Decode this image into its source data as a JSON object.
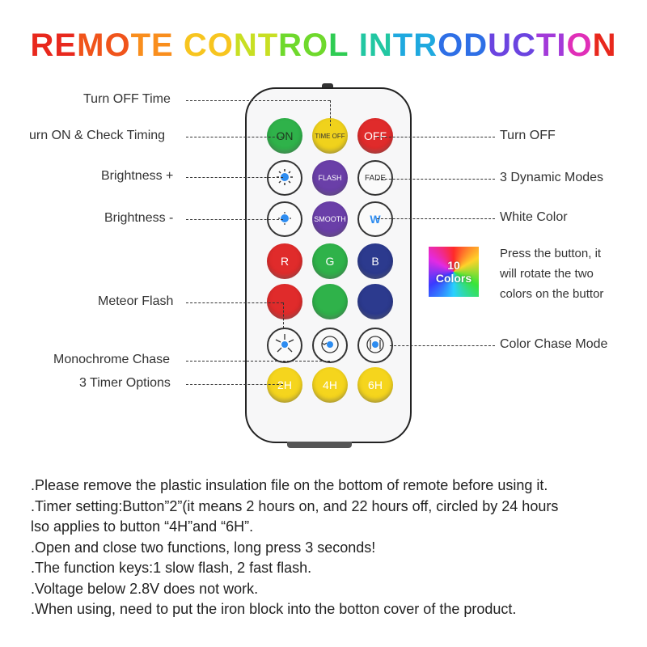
{
  "title": {
    "text": "REMOTE CONTROL INTRODUCTION",
    "colors": [
      "#e8281d",
      "#f0541b",
      "#f98e1d",
      "#f7c51f",
      "#c8df23",
      "#6fd92c",
      "#2fcc53",
      "#22c7a2",
      "#1fa9df",
      "#2e6fe6",
      "#6b44e0",
      "#a33ad9",
      "#e02fb8"
    ]
  },
  "remote": {
    "buttons": [
      {
        "label": "ON",
        "color": "#2fb24a",
        "style": "solid"
      },
      {
        "label": "TIME OFF",
        "color": "#f0d21c",
        "style": "solid"
      },
      {
        "label": "OFF",
        "color": "#e02b2b",
        "style": "solid"
      },
      {
        "label": "",
        "icon": "brightness-up-icon",
        "style": "white"
      },
      {
        "label": "FLASH",
        "color": "#6a3fa8",
        "style": "solid"
      },
      {
        "label": "FADE",
        "style": "white"
      },
      {
        "label": "",
        "icon": "brightness-down-icon",
        "style": "white"
      },
      {
        "label": "SMOOTH",
        "color": "#6a3fa8",
        "style": "solid"
      },
      {
        "label": "W",
        "style": "white"
      },
      {
        "label": "R",
        "color": "#e02b2b",
        "style": "solid"
      },
      {
        "label": "G",
        "color": "#2fb24a",
        "style": "solid"
      },
      {
        "label": "B",
        "color": "#2c3a8e",
        "style": "solid"
      },
      {
        "label": "",
        "color": "#e02b2b",
        "style": "solid"
      },
      {
        "label": "",
        "color": "#2fb24a",
        "style": "solid"
      },
      {
        "label": "",
        "color": "#2c3a8e",
        "style": "solid"
      },
      {
        "label": "",
        "icon": "meteor-flash-icon",
        "style": "white"
      },
      {
        "label": "",
        "icon": "monochrome-chase-icon",
        "style": "white"
      },
      {
        "label": "",
        "icon": "color-chase-icon",
        "style": "white"
      },
      {
        "label": "2H",
        "color": "#f5d51d",
        "style": "solid"
      },
      {
        "label": "4H",
        "color": "#f5d51d",
        "style": "solid"
      },
      {
        "label": "6H",
        "color": "#f5d51d",
        "style": "solid"
      }
    ]
  },
  "callouts": {
    "turn_off_time": "Turn OFF Time",
    "turn_on_check": "urn ON & Check Timing",
    "brightness_plus": "Brightness +",
    "brightness_minus": "Brightness -",
    "meteor_flash": "Meteor Flash",
    "monochrome_chase": "Monochrome Chase",
    "timer_options": "3 Timer Options",
    "turn_off": "Turn OFF",
    "dynamic_modes": "3 Dynamic Modes",
    "white_color": "White Color",
    "color_chase_mode": "Color Chase Mode"
  },
  "colors_badge": {
    "number": "10",
    "word": "Colors"
  },
  "press_note": {
    "lines": [
      "Press the button, it",
      "will rotate the two",
      "colors on the buttor"
    ]
  },
  "notes": [
    ".Please remove the plastic insulation file on the bottom of remote before using it.",
    ".Timer setting:Button”2”(it means 2 hours on, and 22 hours off, circled by 24 hours",
    "lso applies to button “4H”and “6H”.",
    ".Open and close two functions, long press 3 seconds!",
    ".The function keys:1 slow flash, 2 fast flash.",
    ".Voltage below 2.8V does not work.",
    ".When using, need to put the iron block into the botton cover of the product."
  ]
}
